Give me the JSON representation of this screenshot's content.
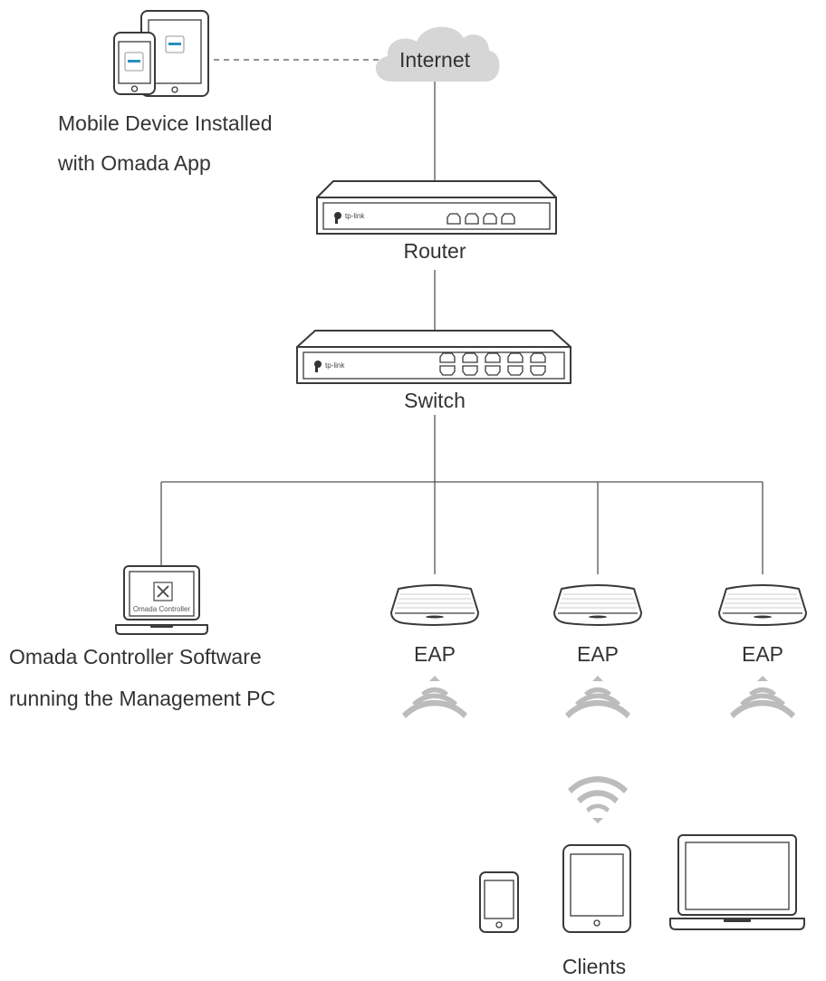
{
  "labels": {
    "internet": "Internet",
    "mobile_line1": "Mobile Device Installed",
    "mobile_line2": "with Omada App",
    "router": "Router",
    "switch": "Switch",
    "controller_line1": "Omada Controller Software",
    "controller_line2": "running the Management PC",
    "eap1": "EAP",
    "eap2": "EAP",
    "eap3": "EAP",
    "clients": "Clients"
  },
  "brand": {
    "router": "tp-link",
    "switch": "tp-link"
  },
  "screen": {
    "controller": "Omada Controller"
  },
  "colors": {
    "line": "#555555",
    "device_outline": "#3a3a3a",
    "cloud": "#d6d6d6",
    "signal": "#bcbcbc",
    "text": "#333333"
  },
  "icons": [
    "cloud-icon",
    "tablet-icon",
    "phone-icon",
    "router-icon",
    "switch-icon",
    "laptop-icon",
    "access-point-icon",
    "wireless-signal-icon",
    "wifi-icon"
  ]
}
